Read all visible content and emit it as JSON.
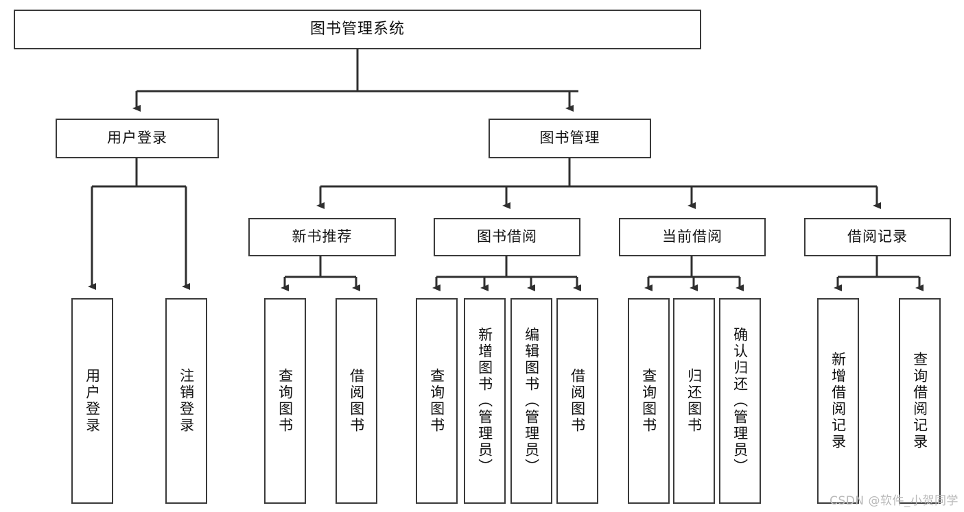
{
  "diagram": {
    "title": "图书管理系统",
    "type": "tree-hierarchy",
    "orientation": "top-down",
    "root": {
      "id": "root",
      "label": "图书管理系统",
      "text_direction": "horizontal"
    },
    "level2": [
      {
        "id": "user-login",
        "label": "用户登录",
        "text_direction": "horizontal"
      },
      {
        "id": "book-manage",
        "label": "图书管理",
        "text_direction": "horizontal"
      }
    ],
    "level3": [
      {
        "id": "new-book-recommend",
        "label": "新书推荐",
        "parent": "book-manage",
        "text_direction": "horizontal"
      },
      {
        "id": "book-borrow",
        "label": "图书借阅",
        "parent": "book-manage",
        "text_direction": "horizontal"
      },
      {
        "id": "current-borrow",
        "label": "当前借阅",
        "parent": "book-manage",
        "text_direction": "horizontal"
      },
      {
        "id": "borrow-record",
        "label": "借阅记录",
        "parent": "book-manage",
        "text_direction": "horizontal"
      }
    ],
    "leaves": [
      {
        "id": "leaf-user-login",
        "label": "用户登录",
        "parent": "user-login",
        "text_direction": "vertical"
      },
      {
        "id": "leaf-logout-login",
        "label": "注销登录",
        "parent": "user-login",
        "text_direction": "vertical"
      },
      {
        "id": "leaf-query-book-1",
        "label": "查询图书",
        "parent": "new-book-recommend",
        "text_direction": "vertical"
      },
      {
        "id": "leaf-borrow-book-1",
        "label": "借阅图书",
        "parent": "new-book-recommend",
        "text_direction": "vertical"
      },
      {
        "id": "leaf-query-book-2",
        "label": "查询图书",
        "parent": "book-borrow",
        "text_direction": "vertical"
      },
      {
        "id": "leaf-add-book",
        "label": "新增图书（管理员）",
        "parent": "book-borrow",
        "text_direction": "vertical"
      },
      {
        "id": "leaf-edit-book",
        "label": "编辑图书（管理员）",
        "parent": "book-borrow",
        "text_direction": "vertical"
      },
      {
        "id": "leaf-borrow-book-2",
        "label": "借阅图书",
        "parent": "book-borrow",
        "text_direction": "vertical"
      },
      {
        "id": "leaf-query-book-3",
        "label": "查询图书",
        "parent": "current-borrow",
        "text_direction": "vertical"
      },
      {
        "id": "leaf-return-book",
        "label": "归还图书",
        "parent": "current-borrow",
        "text_direction": "vertical"
      },
      {
        "id": "leaf-confirm-return",
        "label": "确认归还（管理员）",
        "parent": "current-borrow",
        "text_direction": "vertical"
      },
      {
        "id": "leaf-add-record",
        "label": "新增借阅记录",
        "parent": "borrow-record",
        "text_direction": "vertical"
      },
      {
        "id": "leaf-query-record",
        "label": "查询借阅记录",
        "parent": "borrow-record",
        "text_direction": "vertical"
      }
    ],
    "colors": {
      "box_border": "#3a3a3a",
      "box_fill": "#ffffff",
      "connector": "#2f2f2f",
      "text": "#111111",
      "background": "#ffffff",
      "watermark": "#b9b9b9"
    }
  },
  "watermark": {
    "text": "CSDN @软件_小贺同学"
  }
}
